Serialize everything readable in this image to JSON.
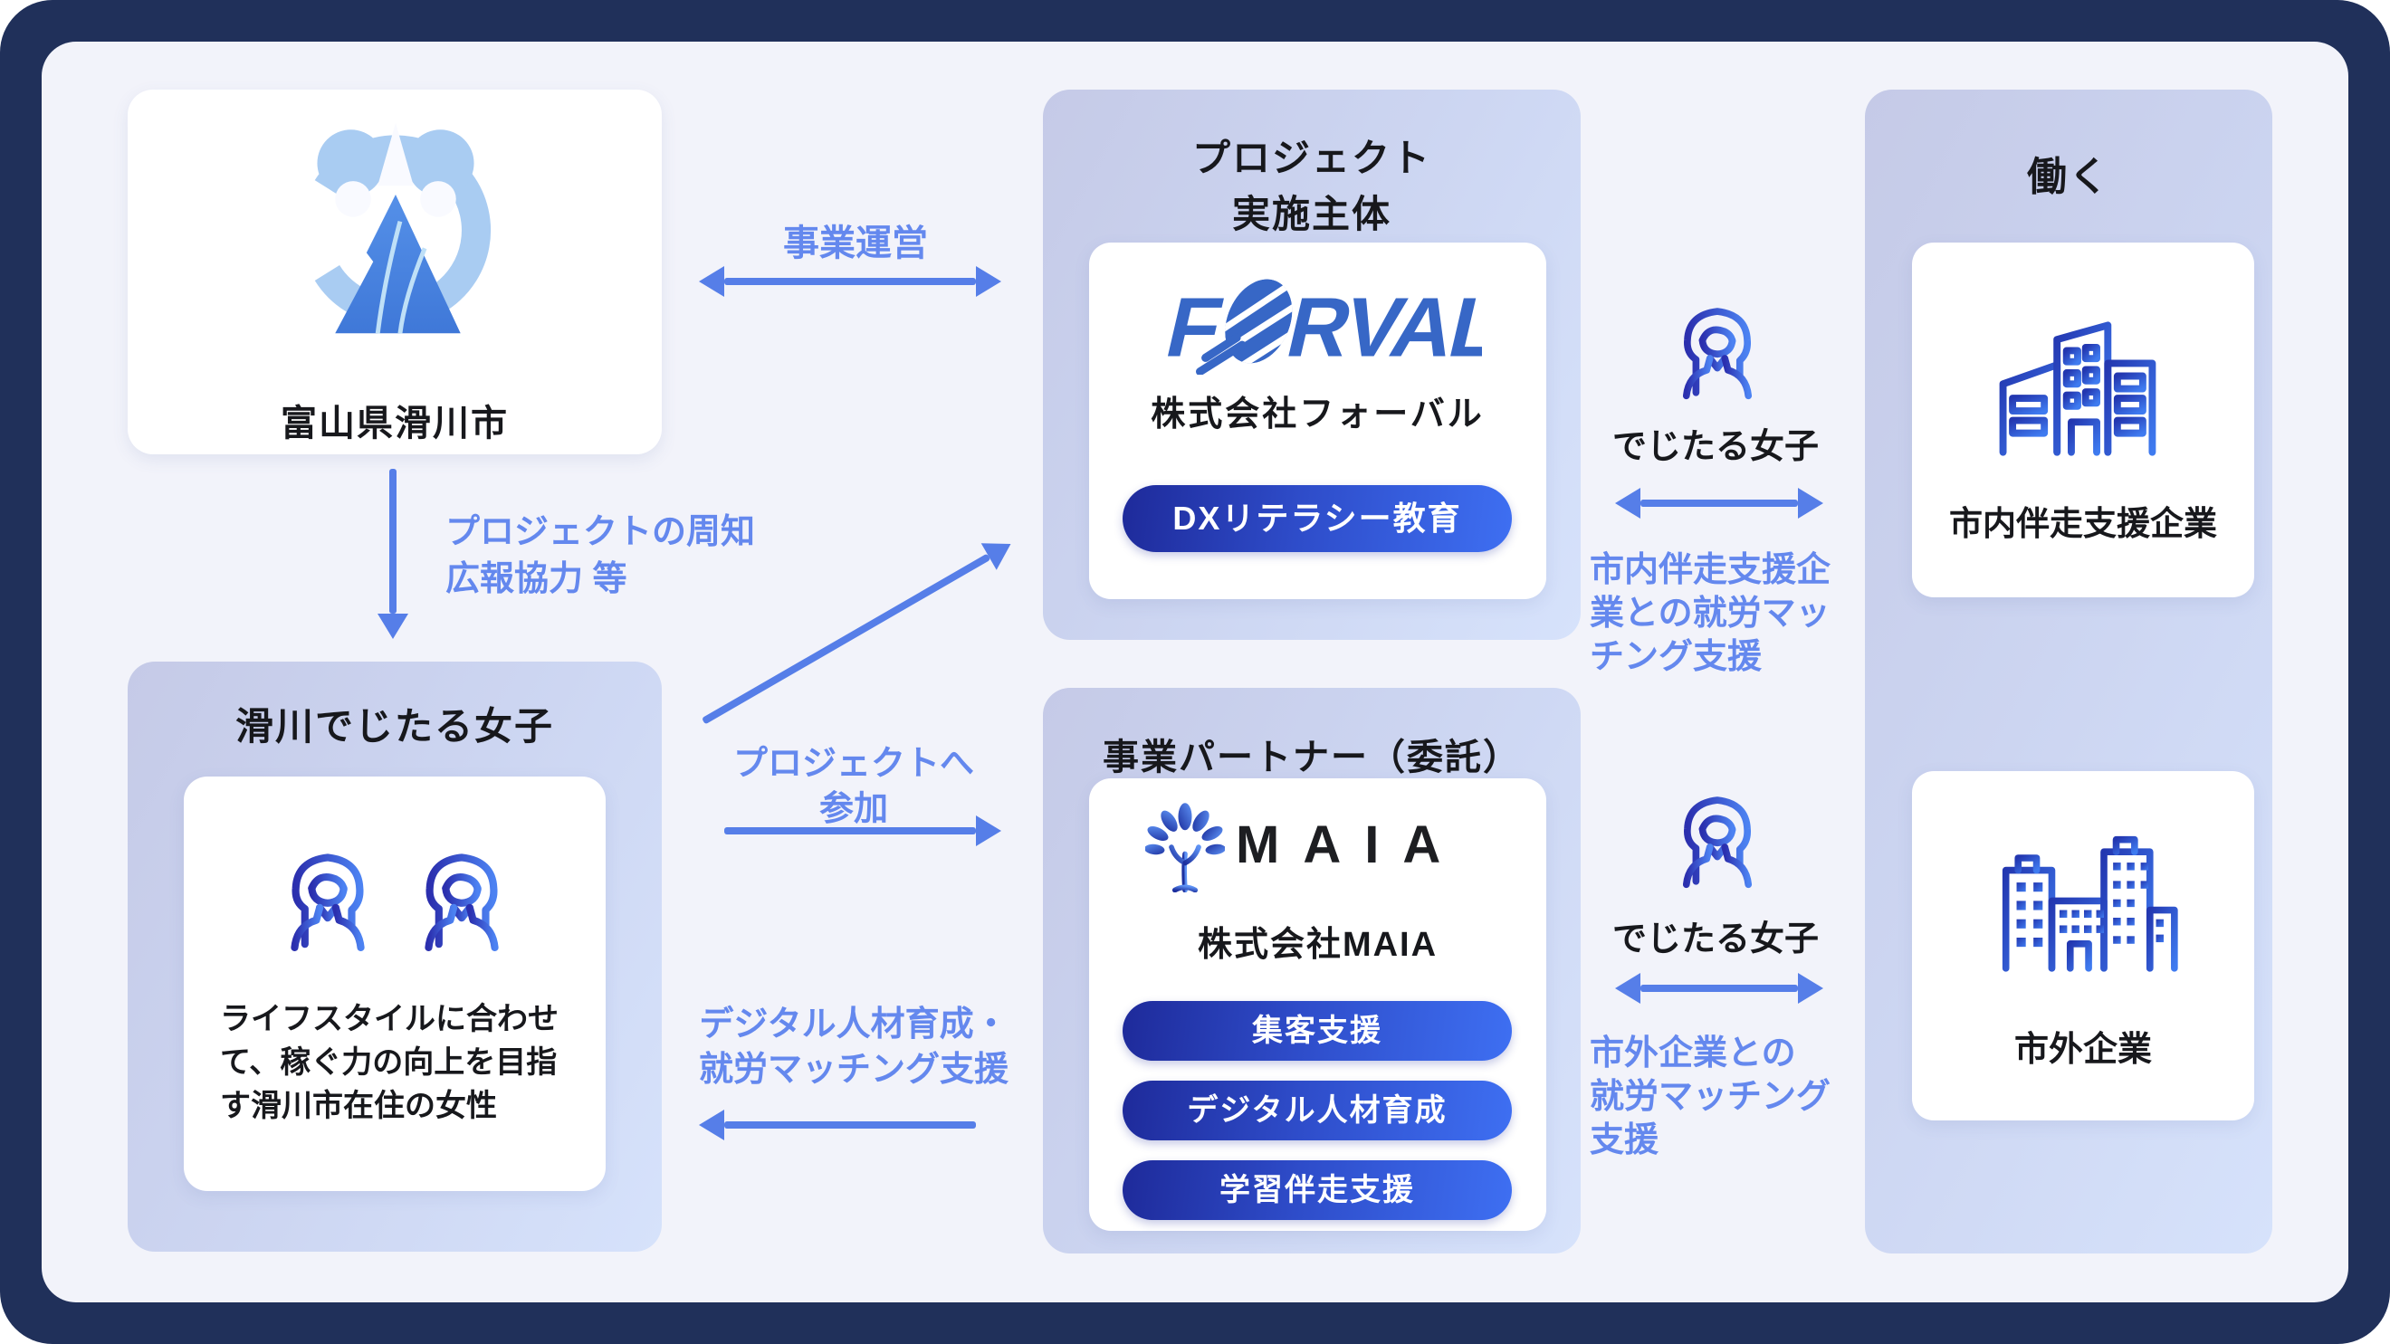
{
  "diagram": {
    "city": {
      "name": "富山県滑川市"
    },
    "city_to_women": {
      "line1": "プロジェクトの周知",
      "line2": "広報協力 等"
    },
    "operate_label": "事業運営",
    "women_group": {
      "title": "滑川でじたる女子",
      "desc1": "ライフスタイルに合わせ",
      "desc2": "て、稼ぐ力の向上を目指",
      "desc3": "す滑川市在住の女性"
    },
    "join": {
      "line1": "プロジェクトへ",
      "line2": "参加"
    },
    "training": {
      "line1": "デジタル人材育成・",
      "line2": "就労マッチング支援"
    },
    "operator": {
      "heading1": "プロジェクト",
      "heading2": "実施主体",
      "logo_f": "F",
      "logo_rest": "RVAL",
      "company": "株式会社フォーバル",
      "tag": "DXリテラシー教育"
    },
    "partner": {
      "heading": "事業パートナー（委託）",
      "logo_text": "MAIA",
      "company": "株式会社MAIA",
      "tag1": "集客支援",
      "tag2": "デジタル人材育成",
      "tag3": "学習伴走支援"
    },
    "work": {
      "heading": "働く",
      "inner_company": "市内伴走支援企業",
      "outer_company": "市外企業"
    },
    "match_upper": {
      "person": "でじたる女子",
      "line1": "市内伴走支援企",
      "line2": "業との就労マッ",
      "line3": "チング支援"
    },
    "match_lower": {
      "person": "でじたる女子",
      "line1": "市外企業との",
      "line2": "就労マッチング",
      "line3": "支援"
    }
  },
  "colors": {
    "frame": "#20305a",
    "panel": "#f2f3fa",
    "arrow": "#567ee8",
    "blue_text": "#6488ee",
    "pill_start": "#1e2a9a",
    "pill_end": "#3e6ff2",
    "forval_blue": "#3767c6",
    "emblem_light": "#a9ccf2",
    "emblem_mountain": "#4a86e2"
  },
  "icons": {
    "city_emblem": "namerikawa-city-emblem-icon",
    "woman": "woman-icon",
    "buildings_inner": "office-buildings-icon",
    "buildings_outer": "city-buildings-icon",
    "maia_tree": "maia-tree-icon",
    "forval_logo": "forval-logo"
  }
}
